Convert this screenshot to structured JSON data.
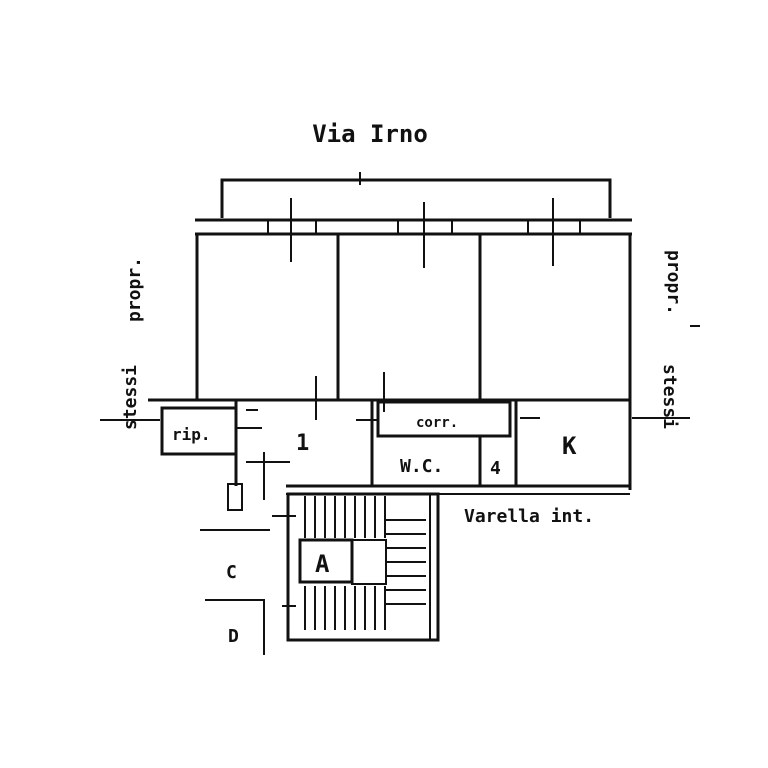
{
  "street_label": "Via Irno",
  "left_label_top": "propr.",
  "left_label_bottom": "stessi",
  "right_label_top": "propr.",
  "right_label_bottom": "stessi",
  "room_labels": {
    "rip": "rip.",
    "one": "1",
    "corridor": "corr.",
    "wc": "W.C.",
    "small": "4",
    "kitchen": "K",
    "landing": "A",
    "mark_c": "C",
    "mark_d": "D"
  },
  "back_label": "Varella int.",
  "colors": {
    "ink": "#111111",
    "paper": "#ffffff"
  }
}
